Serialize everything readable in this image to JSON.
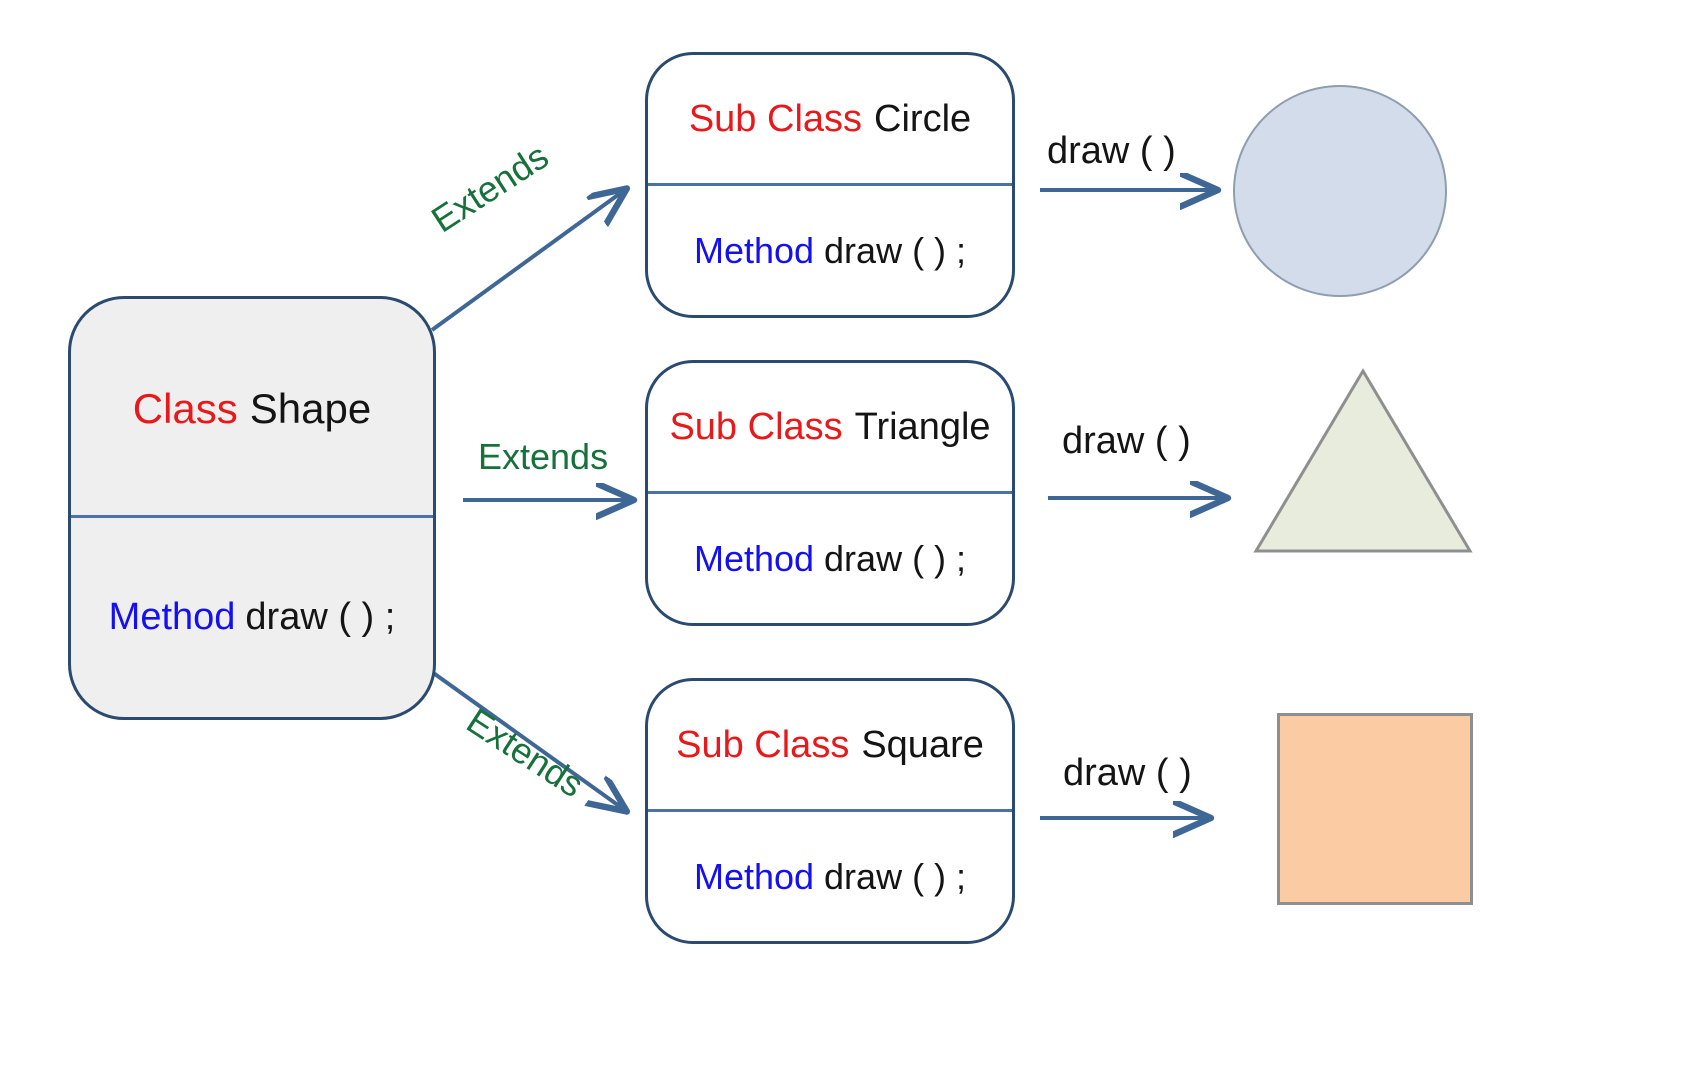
{
  "diagram": {
    "title": "Shape class inheritance with polymorphic draw()",
    "colors": {
      "keyword_class": "#e8191b",
      "keyword_method": "#1410f0",
      "identifier": "#141414",
      "extends_label": "#16713a",
      "box_border": "#2b4a6f",
      "box_divider": "#4a72a8",
      "arrow": "#3f6795",
      "base_box_fill": "#efefef",
      "sub_box_fill": "#ffffff",
      "circle_fill": "#d3dcea",
      "circle_stroke": "#8e9eae",
      "triangle_fill": "#e8ecdc",
      "triangle_stroke": "#8f8f8f",
      "square_fill": "#fbcba4",
      "square_stroke": "#8f8f8f",
      "background": "#ffffff"
    }
  },
  "base_class": {
    "keyword": "Class",
    "name": "Shape",
    "method_keyword": "Method",
    "method_signature": "draw ( ) ;"
  },
  "subclasses": [
    {
      "keyword": "Sub Class",
      "name": "Circle",
      "method_keyword": "Method",
      "method_signature": "draw ( ) ;",
      "extends_label": "Extends",
      "call_label": "draw ( )",
      "output_shape": "circle"
    },
    {
      "keyword": "Sub Class",
      "name": "Triangle",
      "method_keyword": "Method",
      "method_signature": "draw ( ) ;",
      "extends_label": "Extends",
      "call_label": "draw ( )",
      "output_shape": "triangle"
    },
    {
      "keyword": "Sub Class",
      "name": "Square",
      "method_keyword": "Method",
      "method_signature": "draw ( ) ;",
      "extends_label": "Extends",
      "call_label": "draw ( )",
      "output_shape": "square"
    }
  ]
}
